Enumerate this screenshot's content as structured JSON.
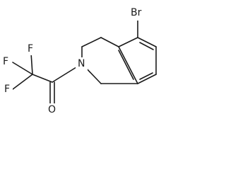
{
  "molecule": {
    "atoms": {
      "br": {
        "label": "Br"
      },
      "n": {
        "label": "N"
      },
      "o": {
        "label": "O"
      },
      "f1": {
        "label": "F"
      },
      "f2": {
        "label": "F"
      },
      "f3": {
        "label": "F"
      }
    }
  }
}
